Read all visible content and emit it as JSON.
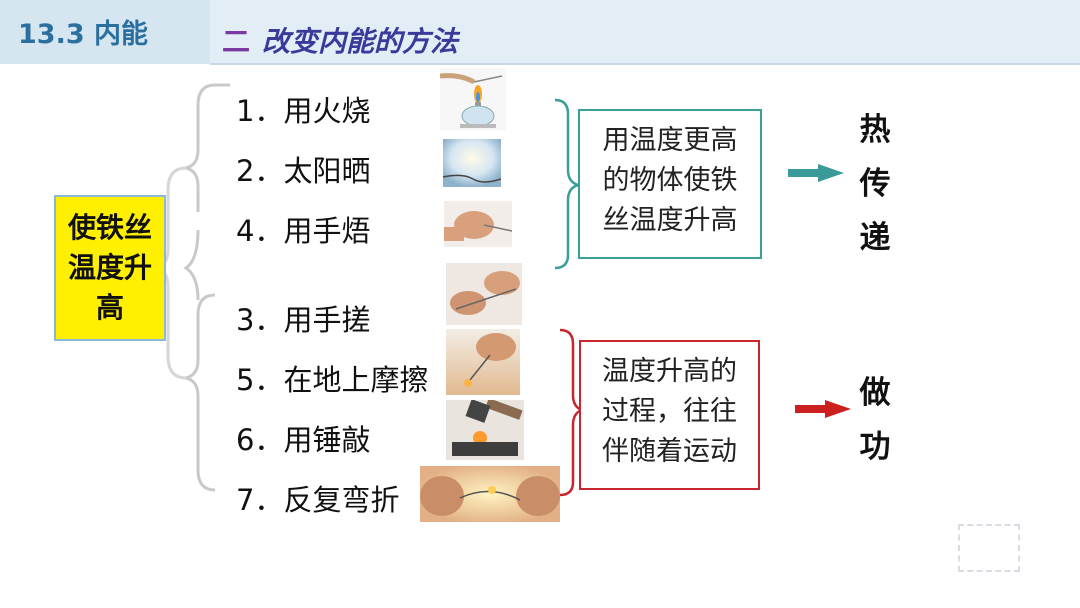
{
  "header": {
    "chapter": "13.3 内能",
    "section_number": "二",
    "section_title": "改变内能的方法"
  },
  "main_topic": "使铁丝温度升高",
  "methods_heat": [
    {
      "label": "1．用火烧",
      "icon": "alcohol-lamp-icon"
    },
    {
      "label": "2．太阳晒",
      "icon": "sunlight-icon"
    },
    {
      "label": "4．用手焐",
      "icon": "hand-holding-wire-icon"
    }
  ],
  "methods_work": [
    {
      "label": "3．用手搓",
      "icon": "hands-rubbing-wire-icon"
    },
    {
      "label": "5．在地上摩擦",
      "icon": "rubbing-on-ground-icon"
    },
    {
      "label": "6．用锤敲",
      "icon": "hammer-icon"
    },
    {
      "label": "7．反复弯折",
      "icon": "bending-wire-icon"
    }
  ],
  "desc_heat": [
    "用温度更高",
    "的物体使铁",
    "丝温度升高"
  ],
  "desc_work": [
    "温度升高的",
    "过程，往往",
    "伴随着运动"
  ],
  "result_heat": [
    "热",
    "传",
    "递"
  ],
  "result_work": [
    "做",
    "功"
  ],
  "colors": {
    "heat_arrow": "#3a9a9a",
    "work_arrow": "#cc1f1f",
    "heat_box_border": "#3a9e9a",
    "work_box_border": "#c8262e",
    "main_box_fill": "#ffef00"
  }
}
